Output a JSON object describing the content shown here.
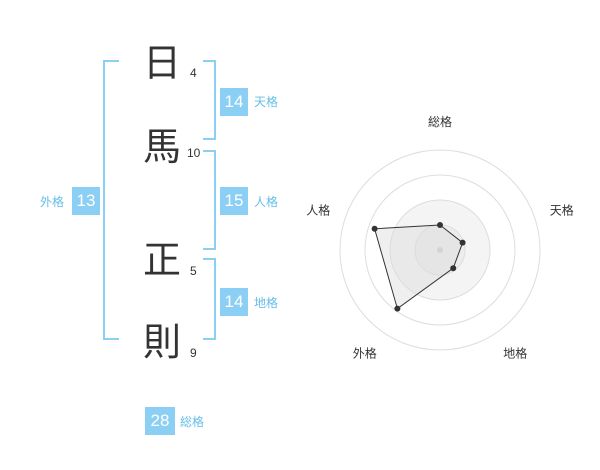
{
  "name_chars": [
    {
      "char": "日",
      "strokes": "4"
    },
    {
      "char": "馬",
      "strokes": "10"
    },
    {
      "char": "正",
      "strokes": "5"
    },
    {
      "char": "則",
      "strokes": "9"
    }
  ],
  "fortunes": {
    "tenkaku": {
      "value": "14",
      "label": "天格"
    },
    "jinkaku": {
      "value": "15",
      "label": "人格"
    },
    "chikaku": {
      "value": "14",
      "label": "地格"
    },
    "gaikaku": {
      "value": "13",
      "label": "外格"
    },
    "soukaku": {
      "value": "28",
      "label": "総格"
    }
  },
  "colors": {
    "accent": "#8ccff5",
    "label": "#66bde8",
    "radar_fill": "#f0f0f0"
  },
  "chart_data": {
    "type": "radar",
    "axes": [
      "総格",
      "天格",
      "地格",
      "外格",
      "人格"
    ],
    "values": [
      1,
      0.95,
      0.9,
      2.9,
      2.75
    ],
    "rmax": 4,
    "rings": 4
  }
}
